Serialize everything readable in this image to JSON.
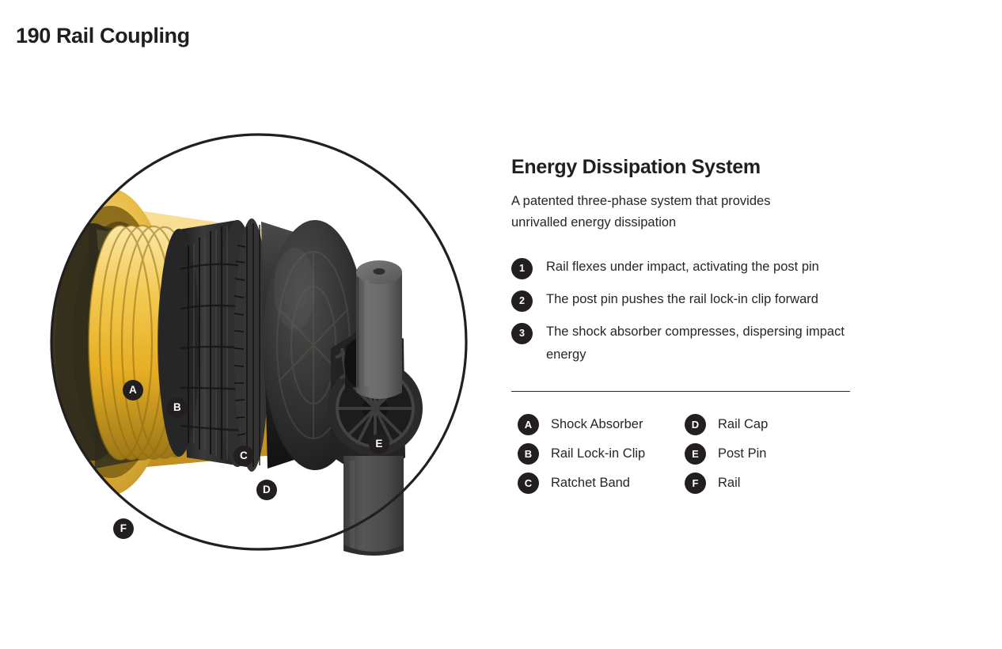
{
  "page": {
    "title": "190 Rail Coupling"
  },
  "illustration": {
    "name": "rail-coupling-cutaway-render",
    "frame_shape": "circle",
    "colors": {
      "rail_yellow_light": "#f5d070",
      "rail_yellow": "#edb92c",
      "rail_yellow_dark": "#b8902a",
      "body_black": "#2b2b2b",
      "body_black_dark": "#1a1a1a",
      "pin_gray": "#6b6b6b",
      "tube_gray": "#4e4e4e",
      "outline": "#231f20",
      "badge_bg": "#231f20",
      "badge_text": "#ffffff"
    },
    "callouts": [
      {
        "key": "A",
        "part": "Shock Absorber"
      },
      {
        "key": "B",
        "part": "Rail Lock-in Clip"
      },
      {
        "key": "C",
        "part": "Ratchet Band"
      },
      {
        "key": "D",
        "part": "Rail Cap"
      },
      {
        "key": "E",
        "part": "Post Pin"
      },
      {
        "key": "F",
        "part": "Rail"
      }
    ]
  },
  "info": {
    "heading": "Energy Dissipation System",
    "subtitle": "A patented three-phase system that provides unrivalled energy dissipation",
    "steps": [
      {
        "number": "1",
        "text": "Rail flexes under impact, activating the post pin"
      },
      {
        "number": "2",
        "text": "The post pin pushes the rail lock-in clip forward"
      },
      {
        "number": "3",
        "text": "The shock absorber compresses, dispersing impact energy"
      }
    ],
    "legend": [
      {
        "key": "A",
        "label": "Shock Absorber"
      },
      {
        "key": "B",
        "label": "Rail Lock-in Clip"
      },
      {
        "key": "C",
        "label": "Ratchet Band"
      },
      {
        "key": "D",
        "label": "Rail Cap"
      },
      {
        "key": "E",
        "label": "Post Pin"
      },
      {
        "key": "F",
        "label": "Rail"
      }
    ]
  }
}
